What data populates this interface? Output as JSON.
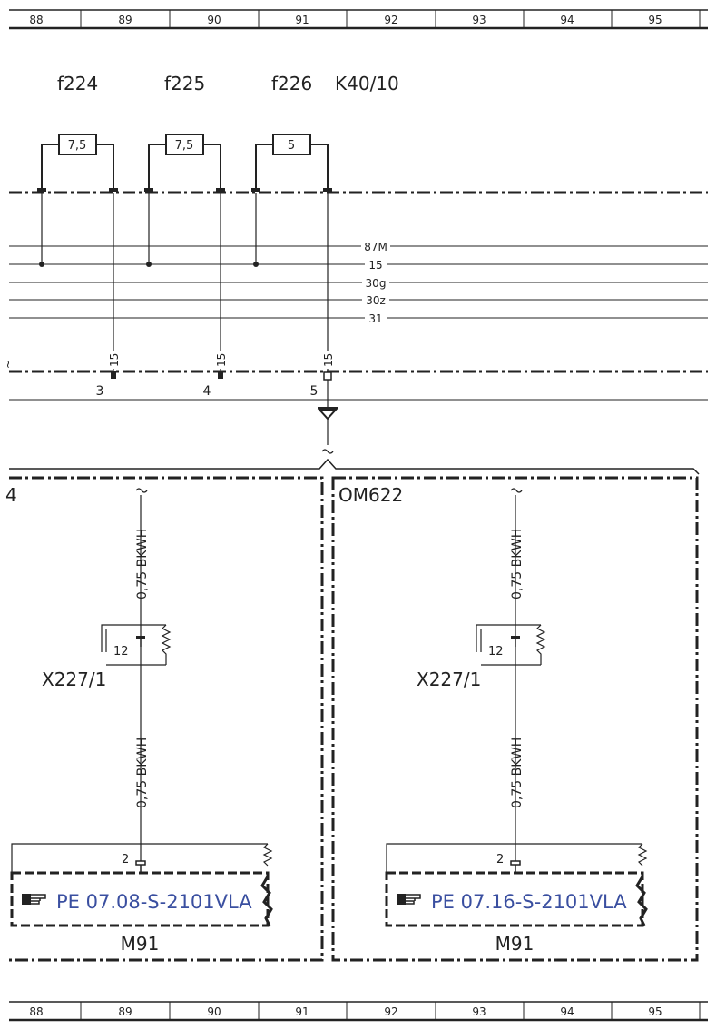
{
  "ruler": {
    "columns": [
      "88",
      "89",
      "90",
      "91",
      "92",
      "93",
      "94",
      "95"
    ]
  },
  "fuses": [
    {
      "id": "f224",
      "value": "7,5"
    },
    {
      "id": "f225",
      "value": "7,5"
    },
    {
      "id": "f226",
      "value": "5"
    }
  ],
  "module": {
    "id": "K40/10"
  },
  "bus_lines": [
    "87M",
    "15",
    "30g",
    "30z",
    "31"
  ],
  "module_pin_label": "15",
  "outputs": [
    "3",
    "4",
    "5"
  ],
  "left_edge_fragment": "4",
  "variants": [
    {
      "engine": "",
      "wire_top": "0,75 BKWH",
      "connector": {
        "id": "X227/1",
        "pin": "12"
      },
      "wire_bottom": "0,75 BKWH",
      "component": {
        "pin": "2",
        "ref": "PE 07.08-S-2101VLA",
        "id": "M91"
      }
    },
    {
      "engine": "OM622",
      "wire_top": "0,75 BKWH",
      "connector": {
        "id": "X227/1",
        "pin": "12"
      },
      "wire_bottom": "0,75 BKWH",
      "component": {
        "pin": "2",
        "ref": "PE 07.16-S-2101VLA",
        "id": "M91"
      }
    }
  ],
  "icons": {
    "ref_pointer": "pointing-hand-icon",
    "ground": "ground-triangle-icon",
    "break": "wire-break-icon"
  }
}
